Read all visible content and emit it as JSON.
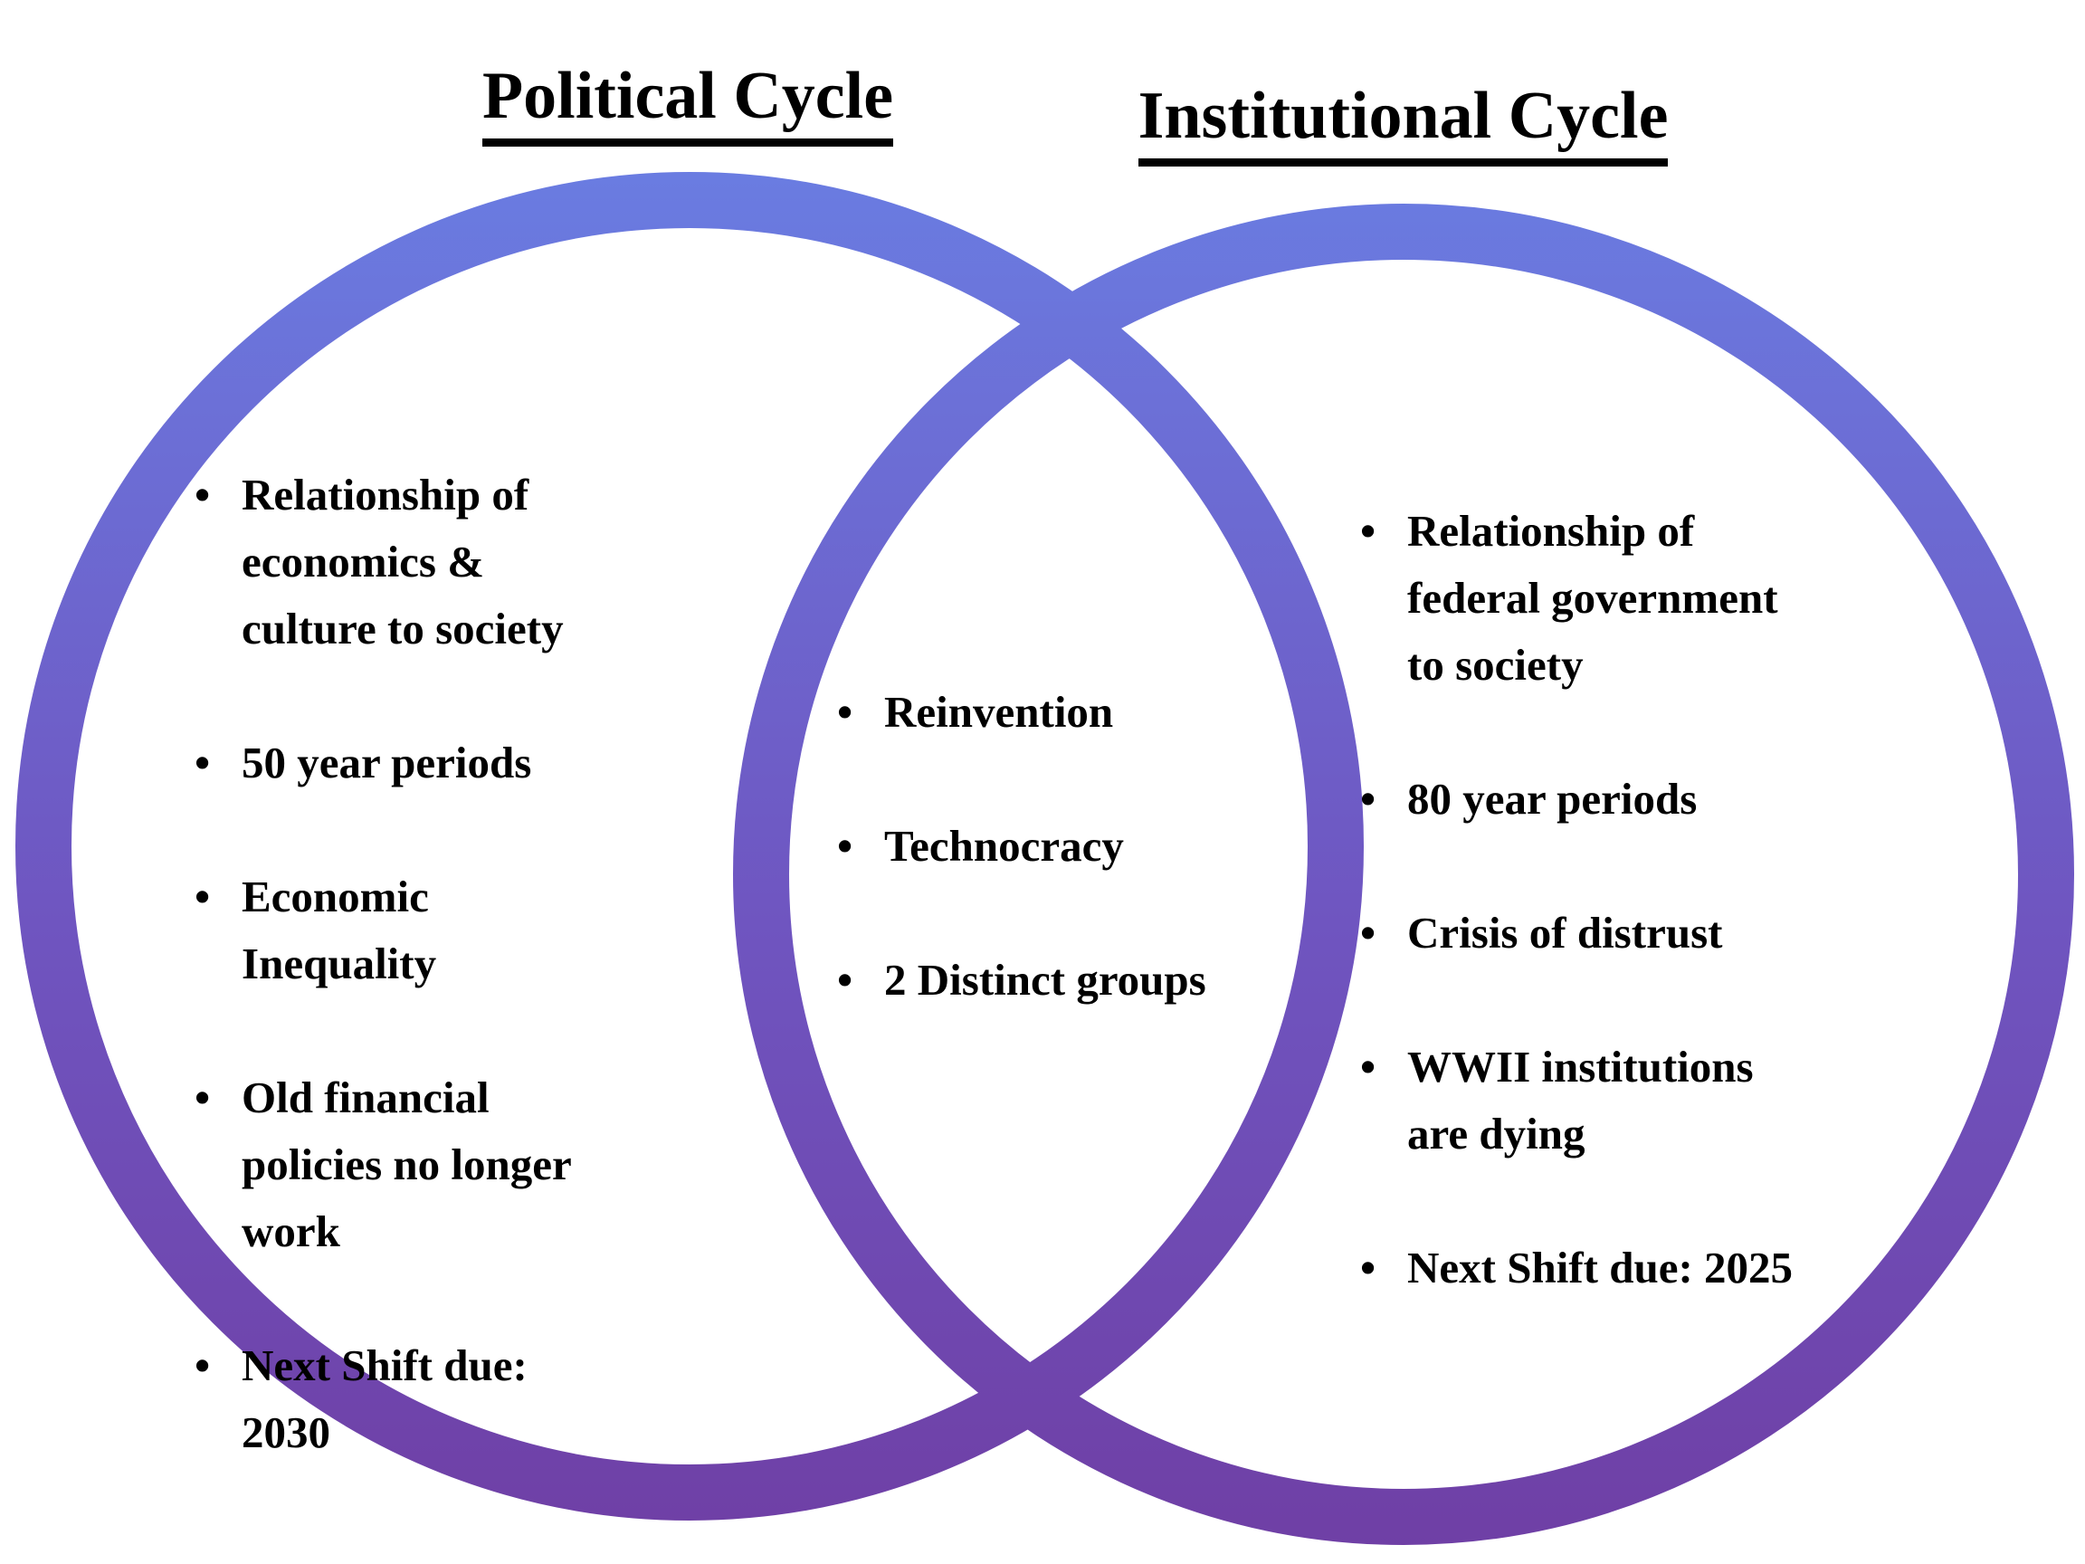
{
  "diagram_type": "venn-2-circle",
  "bullet_glyph": "•",
  "colors": {
    "gradient_top": "#6A7DE2",
    "gradient_mid": "#6F55C0",
    "gradient_bottom": "#6F3FA5",
    "text": "#000000",
    "background": "#ffffff"
  },
  "venn": {
    "left": {
      "title": "Political Cycle",
      "items": [
        "Relationship of economics & culture to society",
        "50 year periods",
        "Economic Inequality",
        "Old financial policies no longer work",
        "Next Shift due: 2030"
      ]
    },
    "middle": {
      "items": [
        "Reinvention",
        "Technocracy",
        "2 Distinct groups"
      ]
    },
    "right": {
      "title": "Institutional Cycle",
      "items": [
        "Relationship of federal government to society",
        "80 year periods",
        "Crisis of distrust",
        "WWII institutions are dying",
        "Next Shift due: 2025"
      ]
    }
  }
}
